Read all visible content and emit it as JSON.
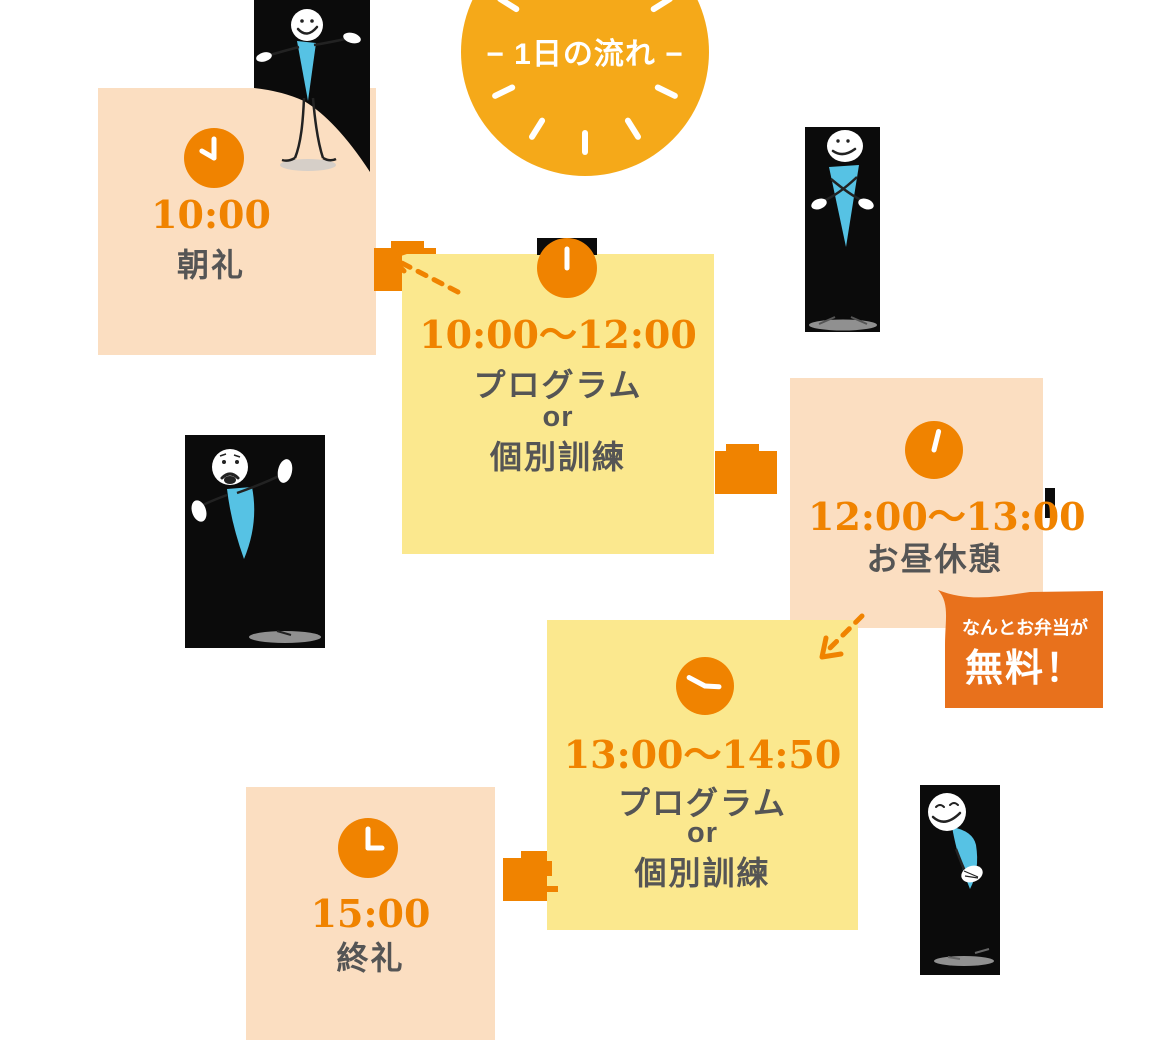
{
  "header": {
    "title": "− 1日の流れ −"
  },
  "schedule": [
    {
      "id": "morning-assembly",
      "time": "10:00",
      "lines": [
        "朝礼"
      ],
      "clock_shows": "10:00",
      "card_color": "#FBDEC1"
    },
    {
      "id": "program-am",
      "time": "10:00〜12:00",
      "lines": [
        "プログラム",
        "or",
        "個別訓練"
      ],
      "clock_shows": "12:00",
      "card_color": "#FBE88E"
    },
    {
      "id": "lunch-break",
      "time": "12:00〜13:00",
      "lines": [
        "お昼休憩"
      ],
      "clock_shows": "12:00",
      "card_color": "#FBDEC1"
    },
    {
      "id": "program-pm",
      "time": "13:00〜14:50",
      "lines": [
        "プログラム",
        "or",
        "個別訓練"
      ],
      "clock_shows": "14:50",
      "card_color": "#FBE88E"
    },
    {
      "id": "closing-assembly",
      "time": "15:00",
      "lines": [
        "終礼"
      ],
      "clock_shows": "15:00",
      "card_color": "#FBDEC1"
    }
  ],
  "callout": {
    "line1": "なんとお弁当が",
    "line2": "無料！"
  },
  "icons": {
    "sun": "sun-clock-badge",
    "clock": "clock-icon",
    "connector": "briefcase-icon",
    "arrows": [
      "dashed-arrow-up-left",
      "dashed-arrow-down-left"
    ],
    "figures": [
      "stick-figure-cheerful",
      "stick-figure-arms-crossed",
      "stick-figure-surprised",
      "stick-figure-laughing"
    ]
  },
  "colors": {
    "accent_orange": "#F08300",
    "sun_amber": "#F5A919",
    "card_peach": "#FBDEC1",
    "card_yellow": "#FBE88E",
    "callout_orange": "#E8711C",
    "text_gray": "#555555",
    "figure_blue": "#56C2E4"
  }
}
